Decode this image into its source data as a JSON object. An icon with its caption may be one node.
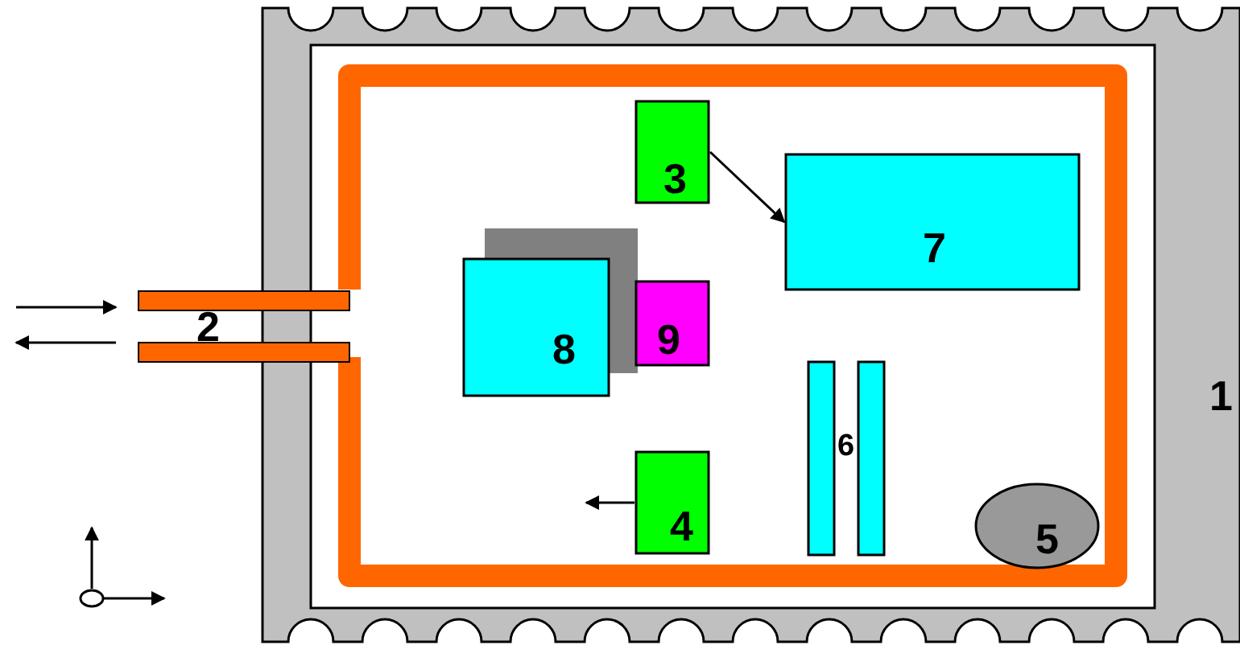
{
  "diagram": {
    "nodes": [
      {
        "text": [
          "1"
        ]
      },
      {
        "text": [
          "3"
        ],
        "in": 0
      },
      {
        "text": [
          "8"
        ],
        "in": 0
      },
      {
        "text": [
          "9"
        ],
        "in": 0
      },
      {
        "text": [
          "4"
        ],
        "in": 0
      },
      {
        "text": [
          "7"
        ],
        "in": 0
      },
      {
        "text": [
          "5"
        ],
        "in": 0
      }
    ],
    "edges": [
      {
        "from": 1,
        "to": 5,
        "arrow": "to"
      },
      {
        "from": 4,
        "to": null,
        "arrow": "to"
      }
    ],
    "labels": [
      "2",
      "6"
    ]
  }
}
